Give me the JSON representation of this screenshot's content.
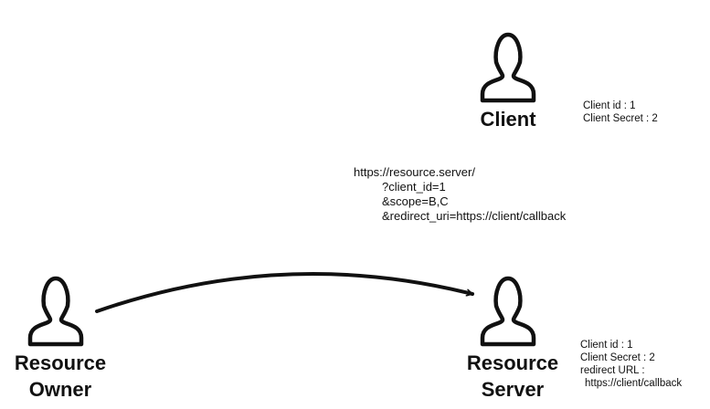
{
  "actors": {
    "client": {
      "label": "Client"
    },
    "resource_owner": {
      "label_line1": "Resource",
      "label_line2": "Owner"
    },
    "resource_server": {
      "label_line1": "Resource",
      "label_line2": "Server"
    }
  },
  "client_note": {
    "line1": "Client id : 1",
    "line2": "Client Secret : 2"
  },
  "server_note": {
    "line1": "Client id : 1",
    "line2": "Client Secret : 2",
    "line3": "redirect URL :",
    "line4": "https://client/callback"
  },
  "request_url": {
    "base": "https://resource.server/",
    "param1": "?client_id=1",
    "param2": "&scope=B,C",
    "param3": "&redirect_uri=https://client/callback"
  },
  "icons": {
    "person": "person-outline-icon",
    "arrow": "arrow-right-icon"
  },
  "colors": {
    "stroke": "#111111",
    "background": "#ffffff"
  }
}
